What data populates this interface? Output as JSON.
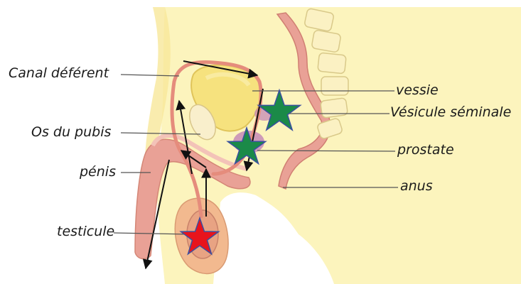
{
  "labels": {
    "canal_deferent": "Canal déférent",
    "os_du_pubis": "Os du pubis",
    "penis": "pénis",
    "testicule": "testicule",
    "vessie": "vessie",
    "vesicule_seminale": "Vésicule séminale",
    "prostate": "prostate",
    "anus": "anus"
  },
  "markers": [
    {
      "name": "vesicule-star",
      "color": "#1b8a48"
    },
    {
      "name": "prostate-star",
      "color": "#1b8a48"
    },
    {
      "name": "testicule-star",
      "color": "#e8141c"
    }
  ],
  "colors": {
    "body_fill": "#fcf4bd",
    "tissue": "#e9a196",
    "vessel": "#e58c7c",
    "bladder": "#f6e27e",
    "arrow": "#111111",
    "leader": "#555555"
  }
}
